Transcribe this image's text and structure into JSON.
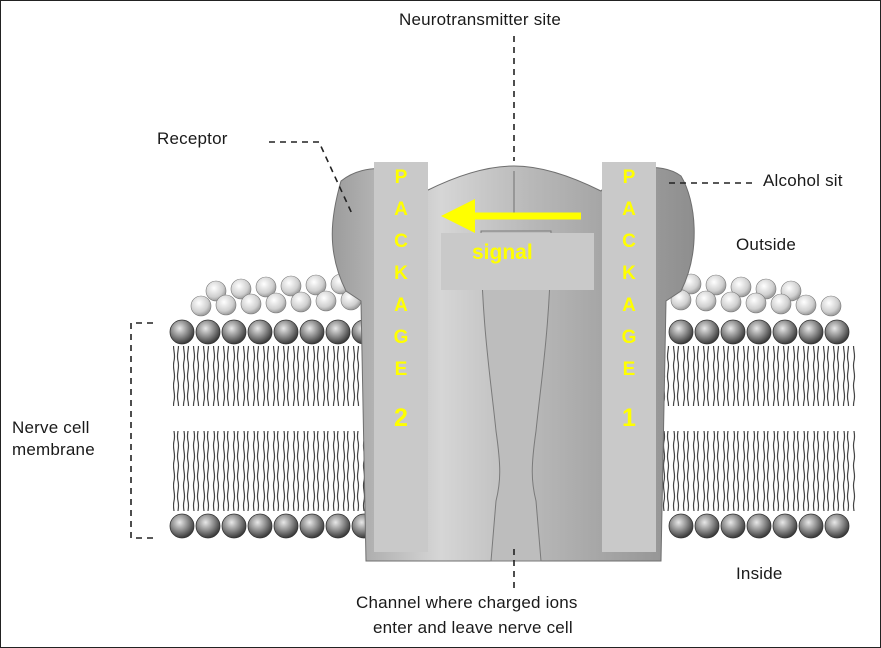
{
  "labels": {
    "neurotransmitter_site": "Neurotransmitter site",
    "receptor": "Receptor",
    "alcohol_site": "Alcohol sit",
    "outside": "Outside",
    "inside": "Inside",
    "nerve_cell_membrane_line1": "Nerve cell",
    "nerve_cell_membrane_line2": "membrane",
    "channel_line1": "Channel where charged ions",
    "channel_line2": "enter and leave nerve cell"
  },
  "overlay": {
    "package_left": {
      "letters": [
        "P",
        "A",
        "C",
        "K",
        "A",
        "G",
        "E"
      ],
      "number": "2"
    },
    "package_right": {
      "letters": [
        "P",
        "A",
        "C",
        "K",
        "A",
        "G",
        "E"
      ],
      "number": "1"
    },
    "signal_label": "signal",
    "arrow_direction": "left",
    "overlay_color": "#ffff00",
    "box_color": "#c9c9c9"
  }
}
